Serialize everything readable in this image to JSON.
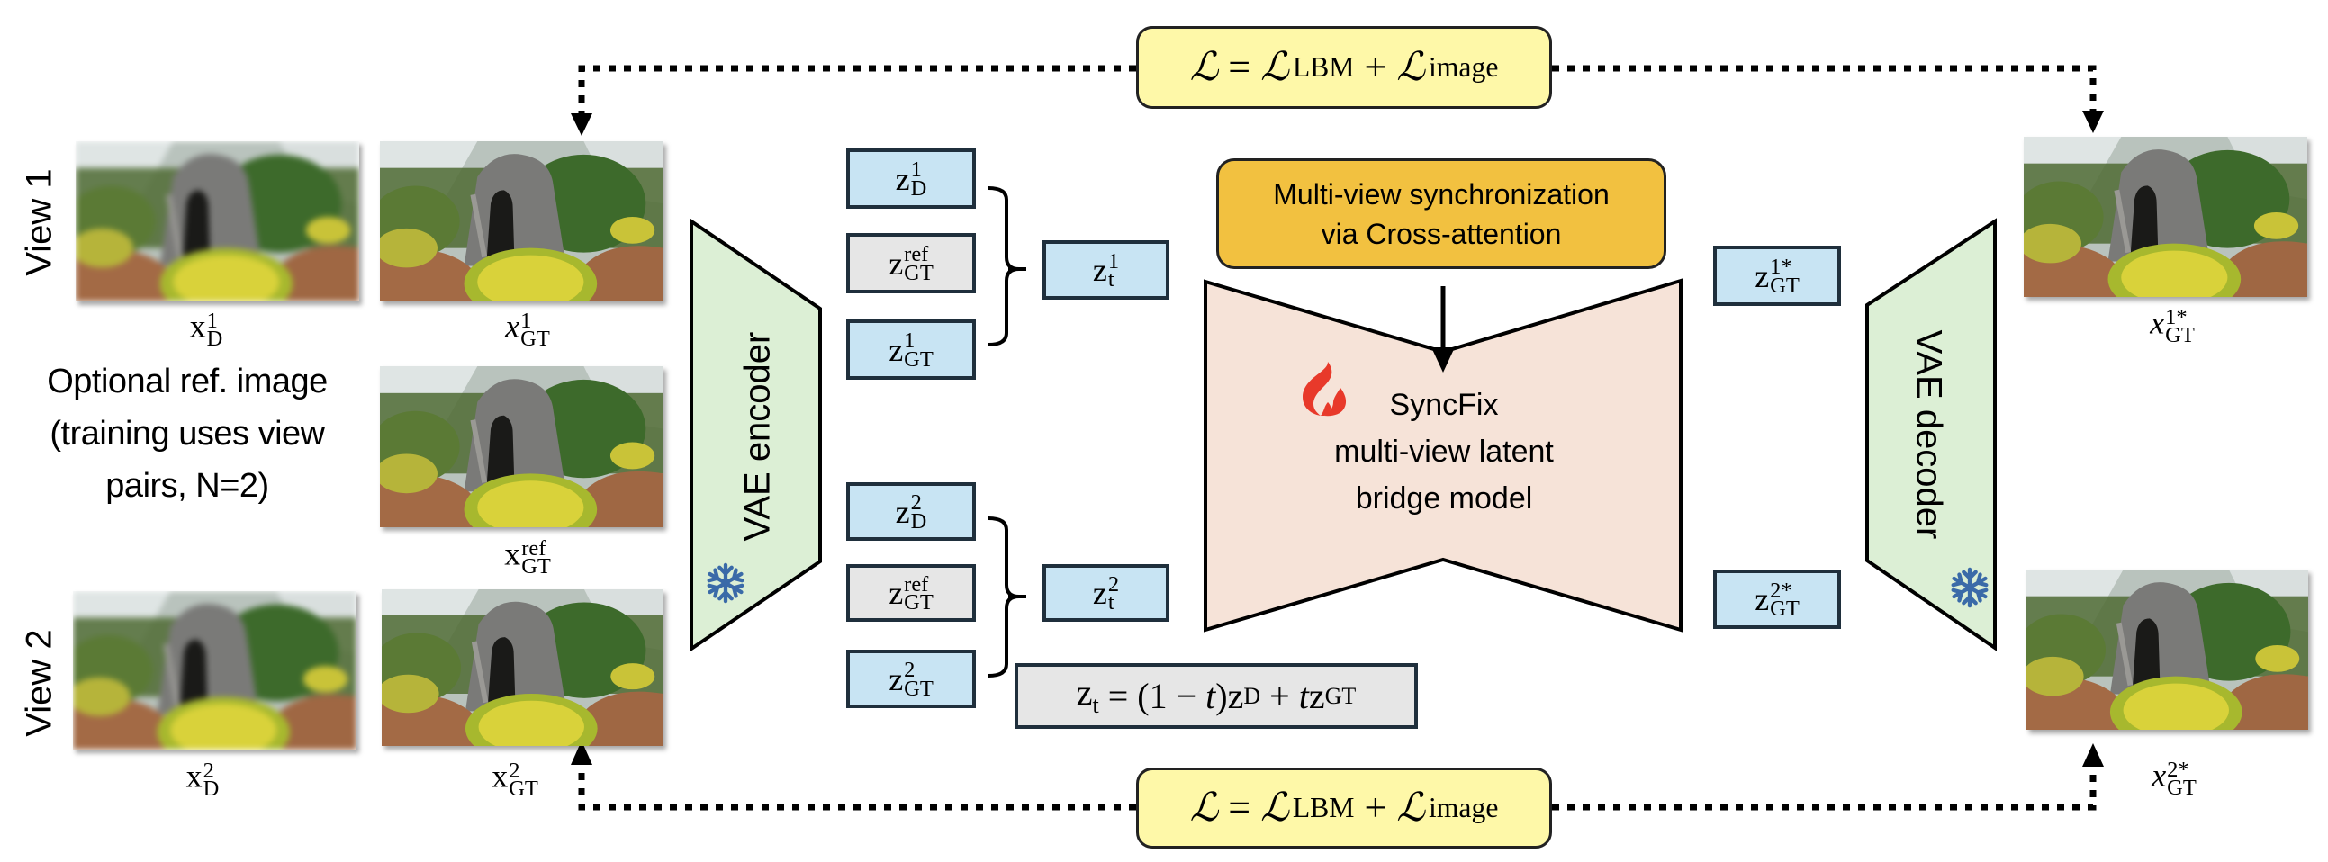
{
  "views": {
    "view1_label": "View 1",
    "view2_label": "View 2"
  },
  "optional_ref_text": [
    "Optional ref. image",
    "(training uses view",
    "pairs, N=2)"
  ],
  "images": {
    "x_d_1": {
      "base": "x",
      "sup": "1",
      "sub": "D",
      "italic": false
    },
    "x_gt_1": {
      "base": "x",
      "sup": "1",
      "sub": "GT",
      "italic": true
    },
    "x_gt_ref": {
      "base": "x",
      "sup": "ref",
      "sub": "GT",
      "italic": false
    },
    "x_d_2": {
      "base": "x",
      "sup": "2",
      "sub": "D",
      "italic": false
    },
    "x_gt_2": {
      "base": "x",
      "sup": "2",
      "sub": "GT",
      "italic": false
    },
    "x_gt_1_star": {
      "base": "x",
      "sup": "1*",
      "sub": "GT",
      "italic": true
    },
    "x_gt_2_star": {
      "base": "x",
      "sup": "2*",
      "sub": "GT",
      "italic": true
    }
  },
  "encoder": {
    "label": "VAE encoder",
    "frozen_icon": "snowflake-icon"
  },
  "decoder": {
    "label": "VAE decoder",
    "frozen_icon": "snowflake-icon"
  },
  "latents": {
    "z_d_1": {
      "base": "z",
      "sup": "1",
      "sub": "D"
    },
    "z_gt_ref_1": {
      "base": "z",
      "sup": "ref",
      "sub": "GT"
    },
    "z_gt_1": {
      "base": "z",
      "sup": "1",
      "sub": "GT"
    },
    "z_t_1": {
      "base": "z",
      "sup": "1",
      "sub": "t"
    },
    "z_d_2": {
      "base": "z",
      "sup": "2",
      "sub": "D"
    },
    "z_gt_ref_2": {
      "base": "z",
      "sup": "ref",
      "sub": "GT"
    },
    "z_gt_2": {
      "base": "z",
      "sup": "2",
      "sub": "GT"
    },
    "z_t_2": {
      "base": "z",
      "sup": "2",
      "sub": "t"
    },
    "z_gt_1_star": {
      "base": "z",
      "sup": "1*",
      "sub": "GT"
    },
    "z_gt_2_star": {
      "base": "z",
      "sup": "2*",
      "sub": "GT"
    }
  },
  "interpolation_formula": {
    "lhs": "z",
    "lhs_sub": "t",
    "eq": " = (1 − ",
    "t1": "t",
    "mid": ")z",
    "mid_sub": "D",
    "plus": " + ",
    "t2": "t",
    "z2": "z",
    "z2_sub": "GT"
  },
  "sync": {
    "line1": "Multi-view synchronization",
    "line2": "via Cross-attention"
  },
  "model": {
    "line1": "SyncFix",
    "line2": "multi-view latent",
    "line3": "bridge model",
    "trainable_icon": "flame-icon"
  },
  "loss": {
    "script": "ℒ",
    "eq": " = ",
    "term1_sub": "LBM",
    "plus": " + ",
    "term2_sub": "image"
  },
  "colors": {
    "latent_fill": "#c8e4f3",
    "latent_ref_fill": "#e6e6e6",
    "vae_fill": "#dcefd5",
    "model_fill": "#f6e3d8",
    "sync_fill": "#f2c140",
    "loss_fill": "#fef8a8",
    "flame": "#e8392a",
    "snowflake": "#3a6aa8"
  }
}
